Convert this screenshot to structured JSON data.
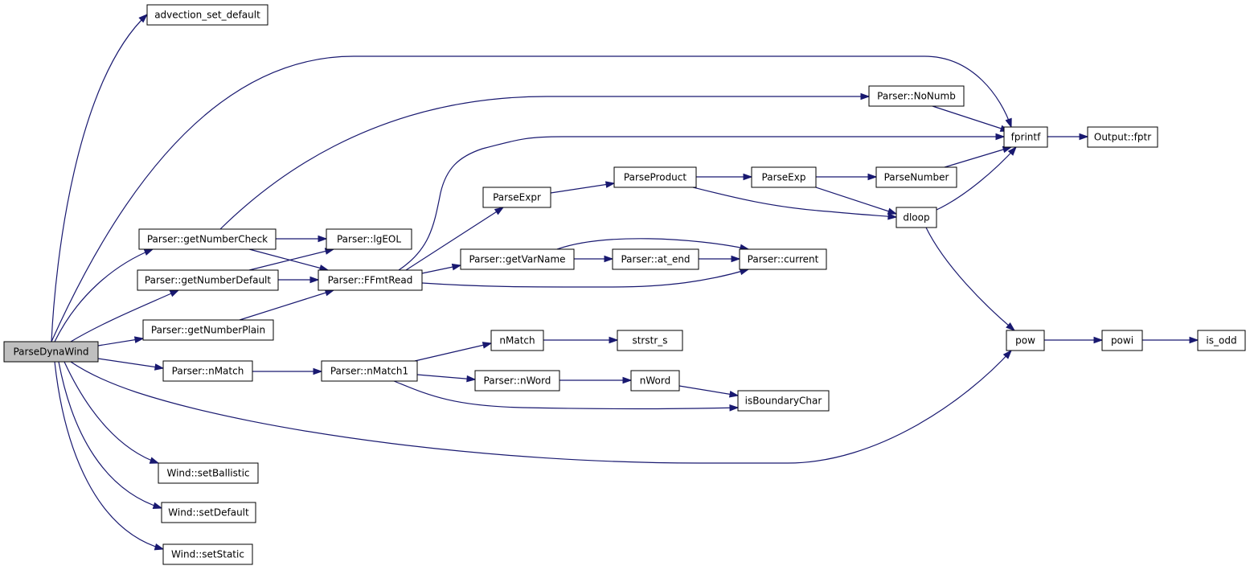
{
  "graph": {
    "root": "ParseDynaWind",
    "nodes": {
      "ParseDynaWind": "ParseDynaWind",
      "advection_set_default": "advection_set_default",
      "getNumberCheck": "Parser::getNumberCheck",
      "getNumberDefault": "Parser::getNumberDefault",
      "getNumberPlain": "Parser::getNumberPlain",
      "parserNMatch": "Parser::nMatch",
      "setBallistic": "Wind::setBallistic",
      "setDefault": "Wind::setDefault",
      "setStatic": "Wind::setStatic",
      "lgEOL": "Parser::lgEOL",
      "FFmtRead": "Parser::FFmtRead",
      "nMatch1": "Parser::nMatch1",
      "ParseExpr": "ParseExpr",
      "getVarName": "Parser::getVarName",
      "nMatch": "nMatch",
      "parserNWord": "Parser::nWord",
      "ParseProduct": "ParseProduct",
      "at_end": "Parser::at_end",
      "strstr_s": "strstr_s",
      "nWord": "nWord",
      "ParseExp": "ParseExp",
      "current": "Parser::current",
      "isBoundaryChar": "isBoundaryChar",
      "NoNumb": "Parser::NoNumb",
      "ParseNumber": "ParseNumber",
      "dloop": "dloop",
      "fprintf": "fprintf",
      "pow": "pow",
      "fptr": "Output::fptr",
      "powi": "powi",
      "is_odd": "is_odd"
    },
    "edges": [
      [
        "ParseDynaWind",
        "advection_set_default"
      ],
      [
        "ParseDynaWind",
        "fprintf"
      ],
      [
        "ParseDynaWind",
        "getNumberCheck"
      ],
      [
        "ParseDynaWind",
        "getNumberDefault"
      ],
      [
        "ParseDynaWind",
        "getNumberPlain"
      ],
      [
        "ParseDynaWind",
        "parserNMatch"
      ],
      [
        "ParseDynaWind",
        "pow"
      ],
      [
        "ParseDynaWind",
        "setBallistic"
      ],
      [
        "ParseDynaWind",
        "setDefault"
      ],
      [
        "ParseDynaWind",
        "setStatic"
      ],
      [
        "getNumberCheck",
        "NoNumb"
      ],
      [
        "getNumberCheck",
        "lgEOL"
      ],
      [
        "getNumberCheck",
        "FFmtRead"
      ],
      [
        "getNumberDefault",
        "lgEOL"
      ],
      [
        "getNumberDefault",
        "FFmtRead"
      ],
      [
        "getNumberPlain",
        "FFmtRead"
      ],
      [
        "FFmtRead",
        "fprintf"
      ],
      [
        "FFmtRead",
        "ParseExpr"
      ],
      [
        "FFmtRead",
        "getVarName"
      ],
      [
        "FFmtRead",
        "current"
      ],
      [
        "ParseExpr",
        "ParseProduct"
      ],
      [
        "ParseProduct",
        "ParseExp"
      ],
      [
        "ParseProduct",
        "dloop"
      ],
      [
        "ParseExp",
        "ParseNumber"
      ],
      [
        "ParseExp",
        "dloop"
      ],
      [
        "ParseNumber",
        "fprintf"
      ],
      [
        "NoNumb",
        "fprintf"
      ],
      [
        "dloop",
        "fprintf"
      ],
      [
        "dloop",
        "pow"
      ],
      [
        "fprintf",
        "fptr"
      ],
      [
        "getVarName",
        "at_end"
      ],
      [
        "getVarName",
        "current"
      ],
      [
        "at_end",
        "current"
      ],
      [
        "parserNMatch",
        "nMatch1"
      ],
      [
        "nMatch1",
        "nMatch"
      ],
      [
        "nMatch1",
        "parserNWord"
      ],
      [
        "nMatch1",
        "isBoundaryChar"
      ],
      [
        "nMatch",
        "strstr_s"
      ],
      [
        "parserNWord",
        "nWord"
      ],
      [
        "nWord",
        "isBoundaryChar"
      ],
      [
        "pow",
        "powi"
      ],
      [
        "powi",
        "is_odd"
      ]
    ]
  }
}
